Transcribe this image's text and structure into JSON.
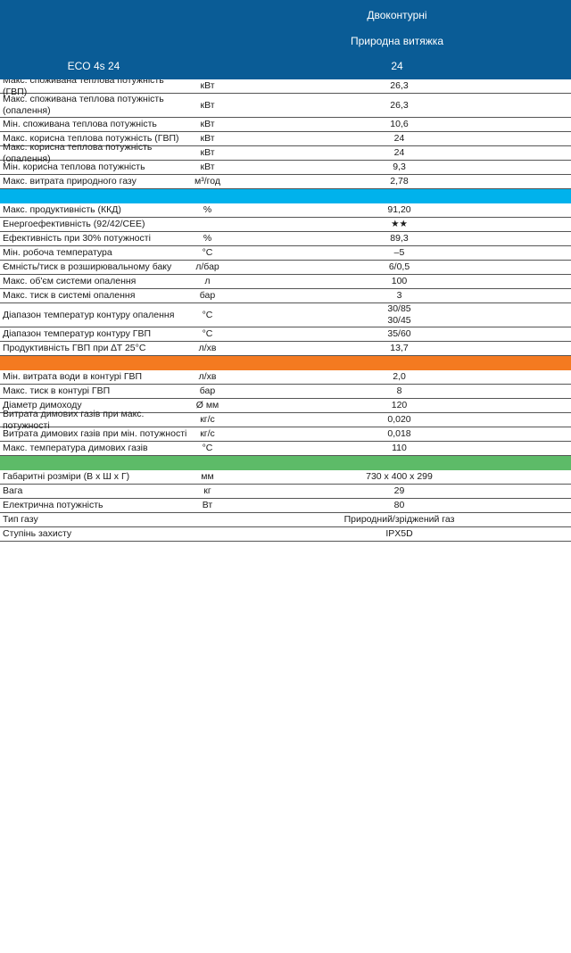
{
  "header": {
    "line1": "Двоконтурні",
    "line2": "Природна витяжка",
    "model": "ECO 4s 24",
    "value": "24"
  },
  "band_colors": {
    "blue": "#00b2ec",
    "orange": "#f47a20",
    "green": "#5dbb68",
    "header": "#0a5c96"
  },
  "section1": [
    {
      "label": "Макс. споживана теплова потужність (ГВП)",
      "unit": "кВт",
      "value": "26,3"
    },
    {
      "label": "Макс. споживана теплова потужність (опалення)",
      "unit": "кВт",
      "value": "26,3"
    },
    {
      "label": "Мін. споживана теплова потужність",
      "unit": "кВт",
      "value": "10,6"
    },
    {
      "label": "Макс. корисна теплова потужність (ГВП)",
      "unit": "кВт",
      "value": "24"
    },
    {
      "label": "Макс. корисна теплова потужність (опалення)",
      "unit": "кВт",
      "value": "24"
    },
    {
      "label": "Мін. корисна теплова потужність",
      "unit": "кВт",
      "value": "9,3"
    },
    {
      "label": "Макс. витрата природного газу",
      "unit": "м³/год",
      "value": "2,78"
    }
  ],
  "section2": [
    {
      "label": "Макс. продуктивність (ККД)",
      "unit": "%",
      "value": "91,20"
    },
    {
      "label": "Енергоефективність (92/42/CEE)",
      "unit": "",
      "value": "★★"
    },
    {
      "label": "Ефективність при 30% потужності",
      "unit": "%",
      "value": "89,3"
    },
    {
      "label": "Мін. робоча температура",
      "unit": "°С",
      "value": "–5"
    },
    {
      "label": "Ємність/тиск в розширювальному баку",
      "unit": "л/бар",
      "value": "6/0,5"
    },
    {
      "label": "Макс. об'єм системи опалення",
      "unit": "л",
      "value": "100"
    },
    {
      "label": "Макс. тиск в системі опалення",
      "unit": "бар",
      "value": "3"
    },
    {
      "label": "Діапазон температур контуру опалення",
      "unit": "°С",
      "value": "30/85",
      "value2": "30/45"
    },
    {
      "label": "Діапазон температур контуру ГВП",
      "unit": "°С",
      "value": "35/60"
    },
    {
      "label": "Продуктивність ГВП при ∆T 25°C",
      "unit": "л/хв",
      "value": "13,7"
    }
  ],
  "section3": [
    {
      "label": "Мін. витрата води в контурі ГВП",
      "unit": "л/хв",
      "value": "2,0"
    },
    {
      "label": "Макс. тиск в контурі ГВП",
      "unit": "бар",
      "value": "8"
    },
    {
      "label": "Діаметр димоходу",
      "unit": "Ø мм",
      "value": "120"
    },
    {
      "label": "Витрата димових газів при макс. потужності",
      "unit": "кг/с",
      "value": "0,020"
    },
    {
      "label": "Витрата димових газів при мін. потужності",
      "unit": "кг/с",
      "value": "0,018"
    },
    {
      "label": "Макс. температура димових газів",
      "unit": "°С",
      "value": "110"
    }
  ],
  "section4": [
    {
      "label": "Габаритні розміри (В х Ш х Г)",
      "unit": "мм",
      "value": "730 x 400 x 299"
    },
    {
      "label": "Вага",
      "unit": "кг",
      "value": "29"
    },
    {
      "label": "Електрична потужність",
      "unit": "Вт",
      "value": "80"
    },
    {
      "label": "Тип газу",
      "unit": "",
      "value": "Природний/зріджений газ"
    },
    {
      "label": "Ступінь захисту",
      "unit": "",
      "value": "IPX5D"
    }
  ]
}
